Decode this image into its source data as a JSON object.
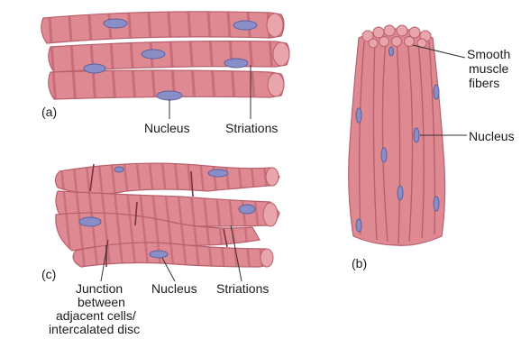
{
  "panels": {
    "a": {
      "letter": "(a)",
      "labels": {
        "nucleus": "Nucleus",
        "striations": "Striations"
      }
    },
    "b": {
      "letter": "(b)",
      "labels": {
        "fibers_line1": "Smooth",
        "fibers_line2": "muscle",
        "fibers_line3": "fibers",
        "nucleus": "Nucleus"
      }
    },
    "c": {
      "letter": "(c)",
      "labels": {
        "junction_line1": "Junction",
        "junction_line2": "between",
        "junction_line3": "adjacent cells/",
        "junction_line4": "intercalated disc",
        "nucleus": "Nucleus",
        "striations": "Striations"
      }
    }
  },
  "colors": {
    "fiber": "#df8a93",
    "fiber_edge": "#b8606c",
    "stripe": "#b65666",
    "nucleus": "#8a8ec6",
    "nucleus_edge": "#5d5f9e"
  }
}
